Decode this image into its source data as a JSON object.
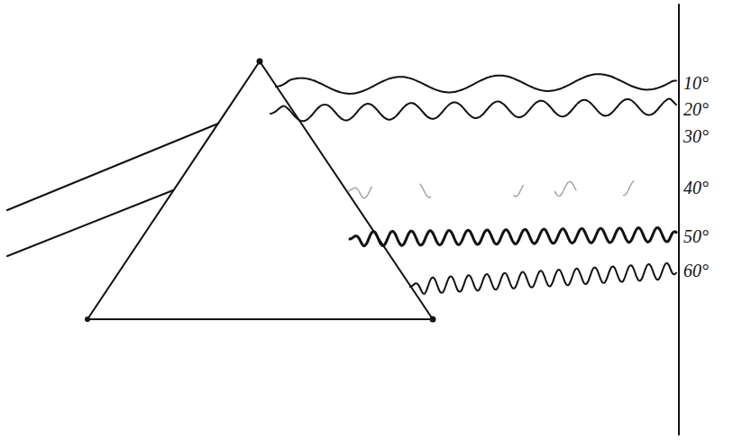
{
  "diagram": {
    "labels": [
      "10°",
      "20°",
      "30°",
      "40°",
      "50°",
      "60°"
    ]
  }
}
